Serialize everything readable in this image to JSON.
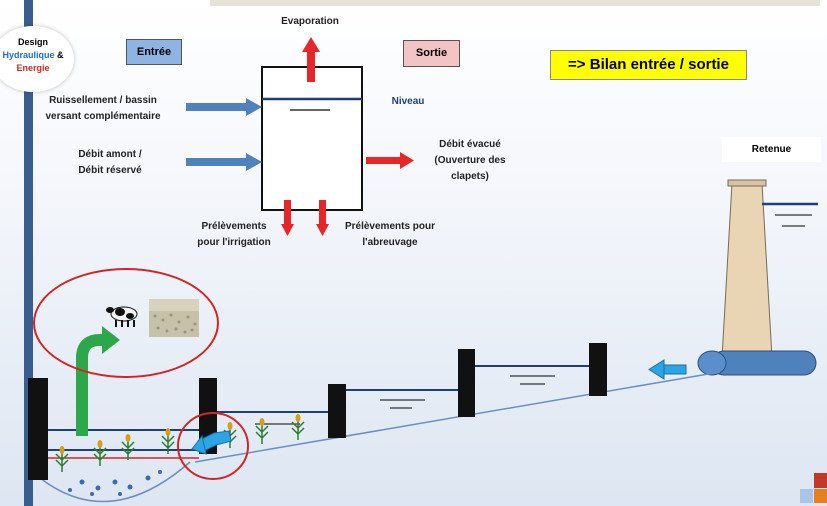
{
  "logo": {
    "line1": "Design",
    "line2a": "Hydraulique",
    "line2b": " &",
    "line3": "Energie"
  },
  "labels": {
    "evaporation": "Evaporation",
    "entree": "Entrée",
    "sortie": "Sortie",
    "bilan": "=> Bilan entrée / sortie",
    "niveau": "Niveau",
    "ruissellement_1": "Ruissellement / bassin",
    "ruissellement_2": "versant complémentaire",
    "debit_amont_1": "Débit amont /",
    "debit_amont_2": "Débit réservé",
    "debit_evacue_1": "Débit évacué",
    "debit_evacue_2": "(Ouverture des",
    "debit_evacue_3": "clapets)",
    "prelevements_irrigation_1": "Prélèvements",
    "prelevements_irrigation_2": "pour l'irrigation",
    "prelevements_abreuvage_1": "Prélèvements pour",
    "prelevements_abreuvage_2": "l'abreuvage",
    "retenue": "Retenue"
  },
  "colors": {
    "arrow_in": "#4f81bd",
    "arrow_out": "#e8262a",
    "irrigation_arrow": "#2ca84a",
    "flow_arrow": "#2aa6e6",
    "water_line": "#1f3f7a",
    "circle": "#d42424"
  },
  "icons": {
    "cow": "cow-icon",
    "crop_field": "crop-field-image",
    "plant": "plant-icon"
  }
}
